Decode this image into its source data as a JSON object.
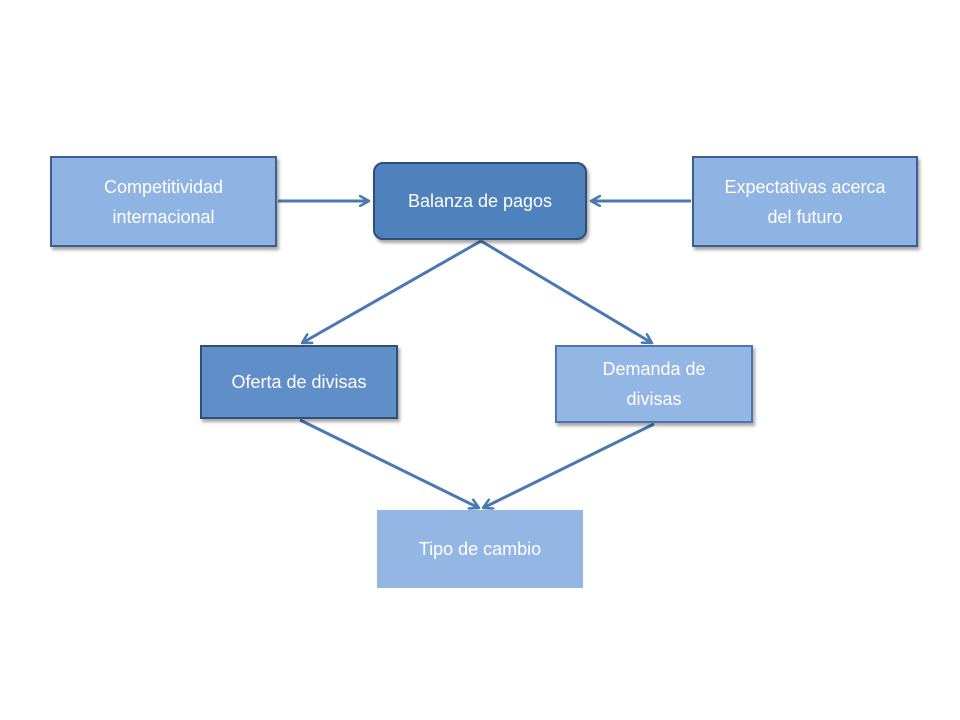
{
  "colors": {
    "light_box": "#8fb3e2",
    "light_box_alt": "#93b6e4",
    "dark_box": "#4f81bd",
    "medium_box": "#5f8ec9",
    "arrow": "#4a79b1"
  },
  "nodes": {
    "competitividad": {
      "label": "Competitividad\ninternacional"
    },
    "balanza": {
      "label": "Balanza de pagos"
    },
    "expectativas": {
      "label": "Expectativas acerca\ndel futuro"
    },
    "oferta": {
      "label": "Oferta de divisas"
    },
    "demanda": {
      "label": "Demanda  de\ndivisas"
    },
    "tipo": {
      "label": "Tipo de cambio"
    }
  },
  "edges": [
    {
      "from": "competitividad",
      "to": "balanza"
    },
    {
      "from": "expectativas",
      "to": "balanza"
    },
    {
      "from": "balanza",
      "to": "oferta"
    },
    {
      "from": "balanza",
      "to": "demanda"
    },
    {
      "from": "oferta",
      "to": "tipo"
    },
    {
      "from": "demanda",
      "to": "tipo"
    }
  ]
}
